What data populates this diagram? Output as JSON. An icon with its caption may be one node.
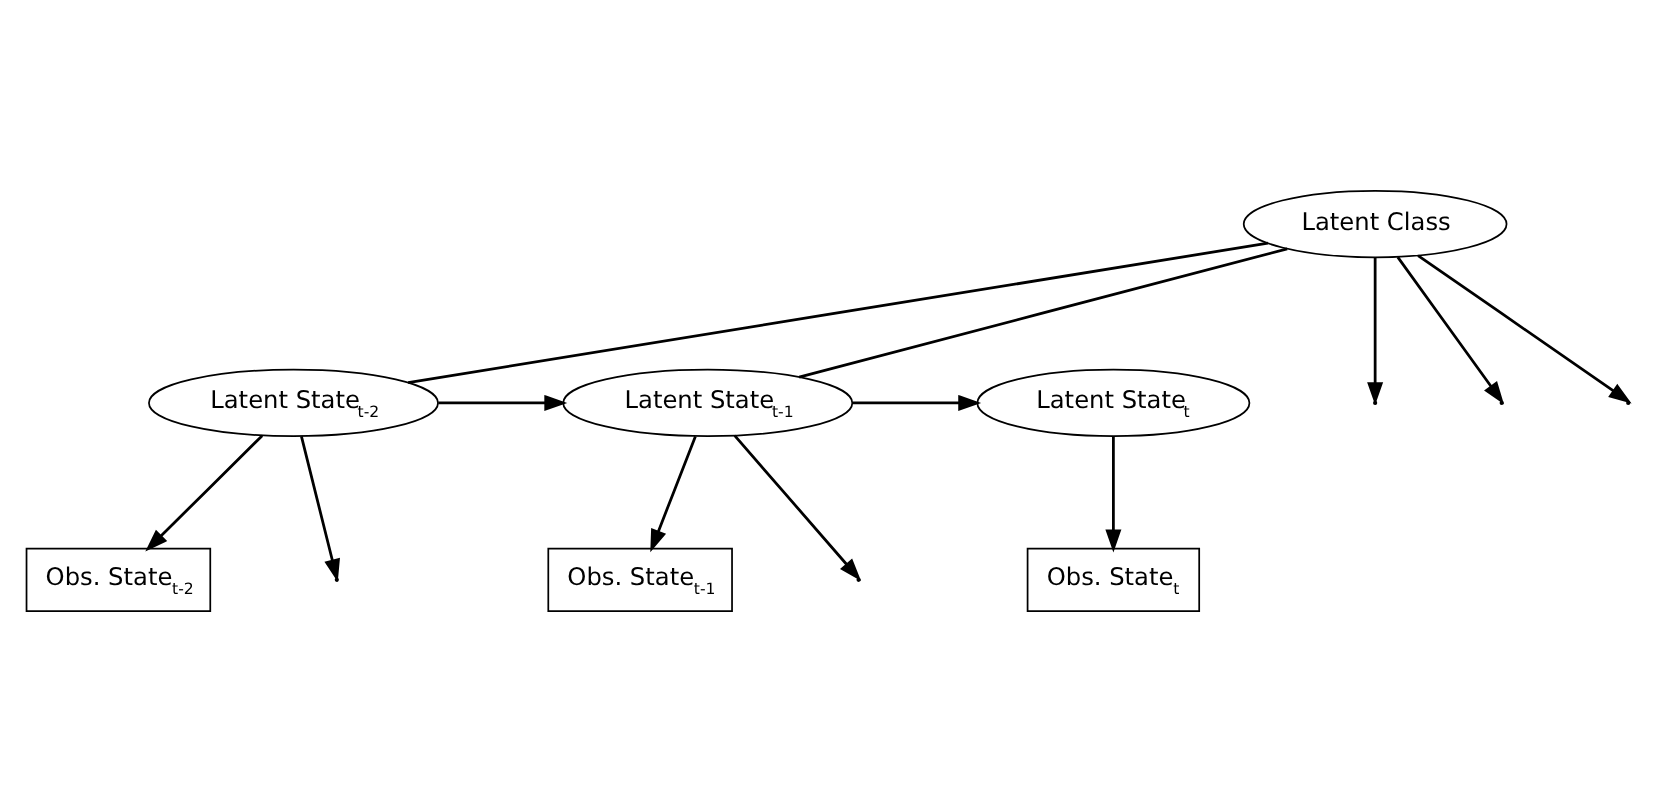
{
  "diagram": {
    "nodes": [
      {
        "text": [
          "Latent Class"
        ]
      },
      {
        "text": [
          "Latent State$_{t-2}$"
        ]
      },
      {
        "text": [
          "Latent State$_{t-1}$"
        ]
      },
      {
        "text": [
          "Latent State$_{t}$"
        ]
      },
      {
        "text": [
          "Obs. State$_{t-2}$"
        ]
      },
      {
        "text": [
          "Obs. State$_{t-1}$"
        ]
      },
      {
        "text": [
          "Obs. State$_{t}$"
        ]
      }
    ],
    "edges": [
      {
        "from": 0,
        "to": 1,
        "arrow": "none"
      },
      {
        "from": 0,
        "to": null,
        "arrow": "to"
      },
      {
        "from": 0,
        "to": 2,
        "arrow": "none"
      },
      {
        "from": 0,
        "to": null,
        "arrow": "to"
      },
      {
        "from": 0,
        "to": null,
        "arrow": "to"
      },
      {
        "from": 1,
        "to": 2,
        "arrow": "to"
      },
      {
        "from": 2,
        "to": 3,
        "arrow": "to"
      },
      {
        "from": 1,
        "to": null,
        "arrow": "to"
      },
      {
        "from": 2,
        "to": null,
        "arrow": "to"
      },
      {
        "from": 1,
        "to": 4,
        "arrow": "to"
      },
      {
        "from": 2,
        "to": 5,
        "arrow": "to"
      },
      {
        "from": 3,
        "to": 6,
        "arrow": "to"
      }
    ]
  }
}
